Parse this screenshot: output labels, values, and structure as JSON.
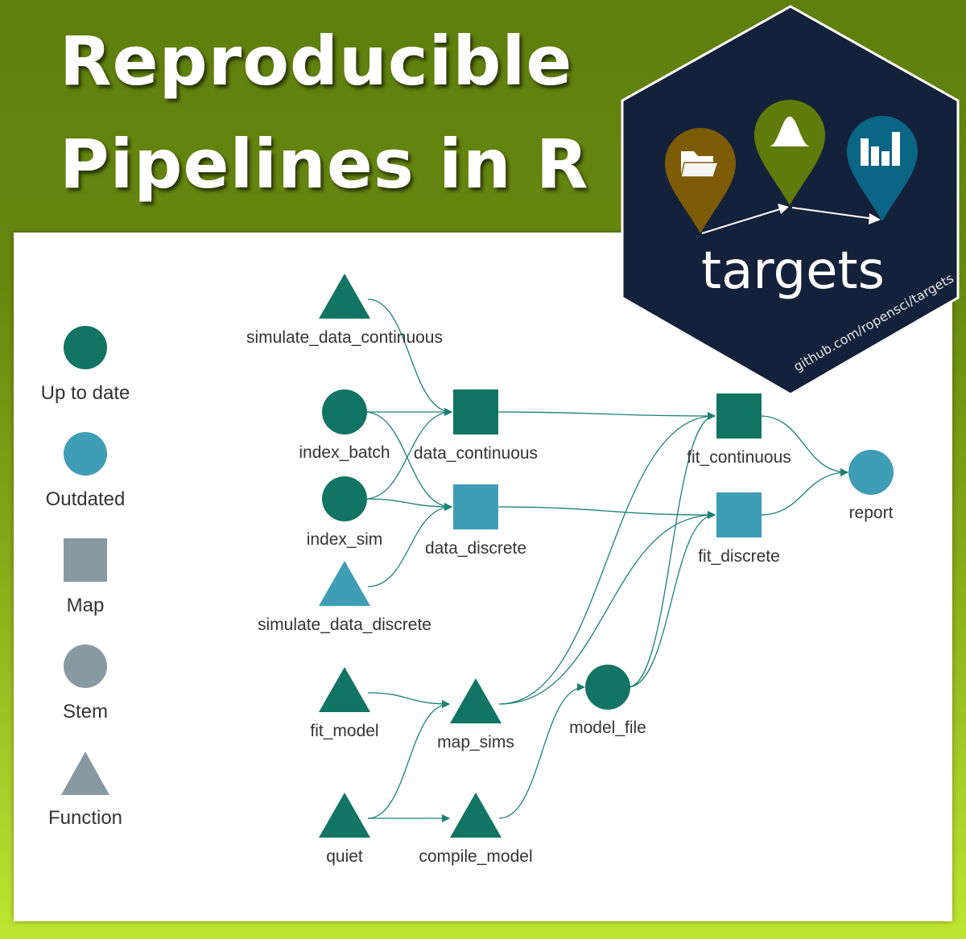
{
  "title": {
    "line1": "Reproducible",
    "line2": "Pipelines in R"
  },
  "logo": {
    "name": "targets",
    "url": "github.com/ropensci/targets",
    "pin_icons": [
      "folder-icon",
      "bell-curve-icon",
      "bar-chart-icon"
    ],
    "colors": {
      "hex_bg": "#14213a",
      "pin_1": "#7d5c08",
      "pin_2": "#5f7c0a",
      "pin_3": "#0b6584"
    }
  },
  "legend": {
    "items": [
      {
        "label": "Up to date",
        "shape": "circle",
        "color": "#127463"
      },
      {
        "label": "Outdated",
        "shape": "circle",
        "color": "#3f9db5"
      },
      {
        "label": "Map",
        "shape": "square",
        "color": "#8999a2"
      },
      {
        "label": "Stem",
        "shape": "circle",
        "color": "#8999a2"
      },
      {
        "label": "Function",
        "shape": "triangle",
        "color": "#8999a2"
      }
    ]
  },
  "colors": {
    "up_to_date": "#127463",
    "outdated": "#3f9db5",
    "edge": "#1d8074"
  },
  "graph": {
    "nodes": [
      {
        "id": "simulate_data_continuous",
        "label": "simulate_data_continuous",
        "shape": "triangle",
        "status": "up_to_date"
      },
      {
        "id": "index_batch",
        "label": "index_batch",
        "shape": "circle",
        "status": "up_to_date"
      },
      {
        "id": "index_sim",
        "label": "index_sim",
        "shape": "circle",
        "status": "up_to_date"
      },
      {
        "id": "simulate_data_discrete",
        "label": "simulate_data_discrete",
        "shape": "triangle",
        "status": "outdated"
      },
      {
        "id": "fit_model",
        "label": "fit_model",
        "shape": "triangle",
        "status": "up_to_date"
      },
      {
        "id": "quiet",
        "label": "quiet",
        "shape": "triangle",
        "status": "up_to_date"
      },
      {
        "id": "data_continuous",
        "label": "data_continuous",
        "shape": "square",
        "status": "up_to_date"
      },
      {
        "id": "data_discrete",
        "label": "data_discrete",
        "shape": "square",
        "status": "outdated"
      },
      {
        "id": "map_sims",
        "label": "map_sims",
        "shape": "triangle",
        "status": "up_to_date"
      },
      {
        "id": "compile_model",
        "label": "compile_model",
        "shape": "triangle",
        "status": "up_to_date"
      },
      {
        "id": "model_file",
        "label": "model_file",
        "shape": "circle",
        "status": "up_to_date"
      },
      {
        "id": "fit_continuous",
        "label": "fit_continuous",
        "shape": "square",
        "status": "up_to_date"
      },
      {
        "id": "fit_discrete",
        "label": "fit_discrete",
        "shape": "square",
        "status": "outdated"
      },
      {
        "id": "report",
        "label": "report",
        "shape": "circle",
        "status": "outdated"
      }
    ],
    "edges": [
      [
        "simulate_data_continuous",
        "data_continuous"
      ],
      [
        "index_batch",
        "data_continuous"
      ],
      [
        "index_sim",
        "data_continuous"
      ],
      [
        "index_batch",
        "data_discrete"
      ],
      [
        "index_sim",
        "data_discrete"
      ],
      [
        "simulate_data_discrete",
        "data_discrete"
      ],
      [
        "fit_model",
        "map_sims"
      ],
      [
        "quiet",
        "map_sims"
      ],
      [
        "quiet",
        "compile_model"
      ],
      [
        "compile_model",
        "model_file"
      ],
      [
        "data_continuous",
        "fit_continuous"
      ],
      [
        "data_discrete",
        "fit_discrete"
      ],
      [
        "map_sims",
        "fit_continuous"
      ],
      [
        "map_sims",
        "fit_discrete"
      ],
      [
        "model_file",
        "fit_continuous"
      ],
      [
        "model_file",
        "fit_discrete"
      ],
      [
        "fit_continuous",
        "report"
      ],
      [
        "fit_discrete",
        "report"
      ]
    ]
  }
}
